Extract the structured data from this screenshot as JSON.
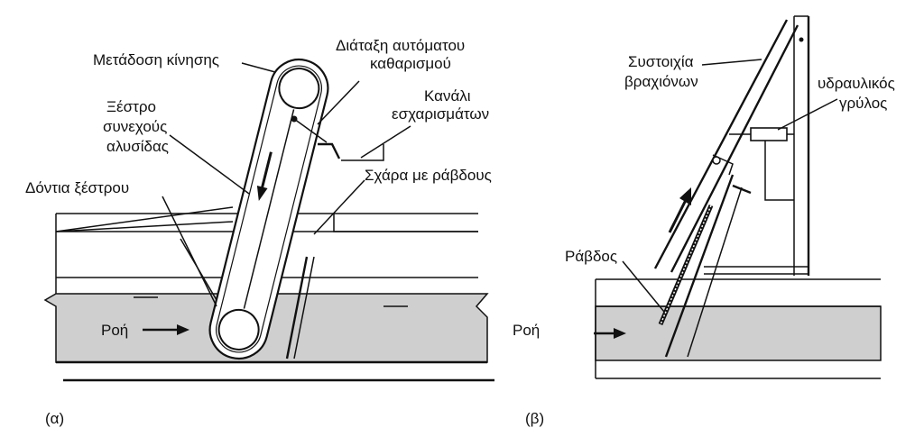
{
  "colors": {
    "water": "#cfcfcf",
    "line": "#111111",
    "background": "#ffffff",
    "chain_fill": "#ffffff"
  },
  "panel_a": {
    "caption": "(α)",
    "labels": {
      "drive": "Μετάδοση κίνησης",
      "self_cleaning_1": "Διάταξη αυτόματου",
      "self_cleaning_2": "καθαρισμού",
      "channel_1": "Κανάλι",
      "channel_2": "εσχαρισμάτων",
      "scraper_1": "Ξέστρο",
      "scraper_2": "συνεχούς",
      "scraper_3": "αλυσίδας",
      "teeth": "Δόντια ξέστρου",
      "bar_rack": "Σχάρα με ράβδους",
      "flow": "Ροή"
    }
  },
  "panel_b": {
    "caption": "(β)",
    "labels": {
      "arms_1": "Συστοιχία",
      "arms_2": "βραχιόνων",
      "hydraulic_1": "υδραυλικός",
      "hydraulic_2": "γρύλος",
      "rod": "Ράβδος",
      "flow": "Ροή"
    }
  }
}
